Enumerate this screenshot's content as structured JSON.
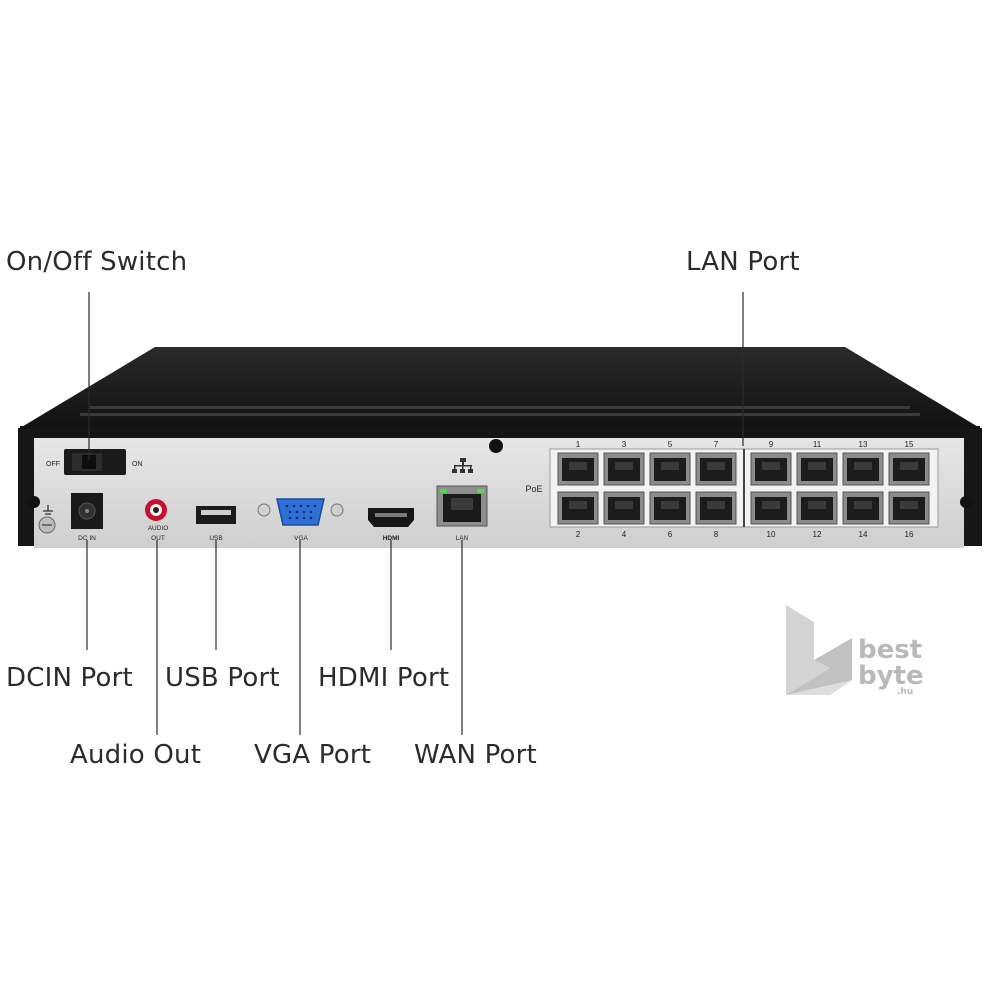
{
  "callouts": {
    "on_off_switch": "On/Off Switch",
    "lan_port": "LAN Port",
    "dcin_port": "DCIN Port",
    "usb_port": "USB Port",
    "hdmi_port": "HDMI Port",
    "audio_out": "Audio Out",
    "vga_port": "VGA Port",
    "wan_port": "WAN Port"
  },
  "panel_labels": {
    "off": "OFF",
    "on": "ON",
    "dc_in": "DC IN",
    "audio_out_line1": "AUDIO",
    "audio_out_line2": "OUT",
    "usb": "USB",
    "vga": "VGA",
    "hdmi": "HDMI",
    "lan": "LAN",
    "poe": "PoE"
  },
  "poe_ports": {
    "top_numbers": [
      "1",
      "3",
      "5",
      "7",
      "9",
      "11",
      "13",
      "15"
    ],
    "bottom_numbers": [
      "2",
      "4",
      "6",
      "8",
      "10",
      "12",
      "14",
      "16"
    ]
  },
  "watermark": {
    "line1": "best",
    "line2": "byte",
    "suffix": ".hu"
  },
  "colors": {
    "chassis_top": "#1c1c1c",
    "panel_face": "#dcdcdc",
    "vga_blue": "#2f6fd6",
    "audio_red": "#c8102e"
  }
}
